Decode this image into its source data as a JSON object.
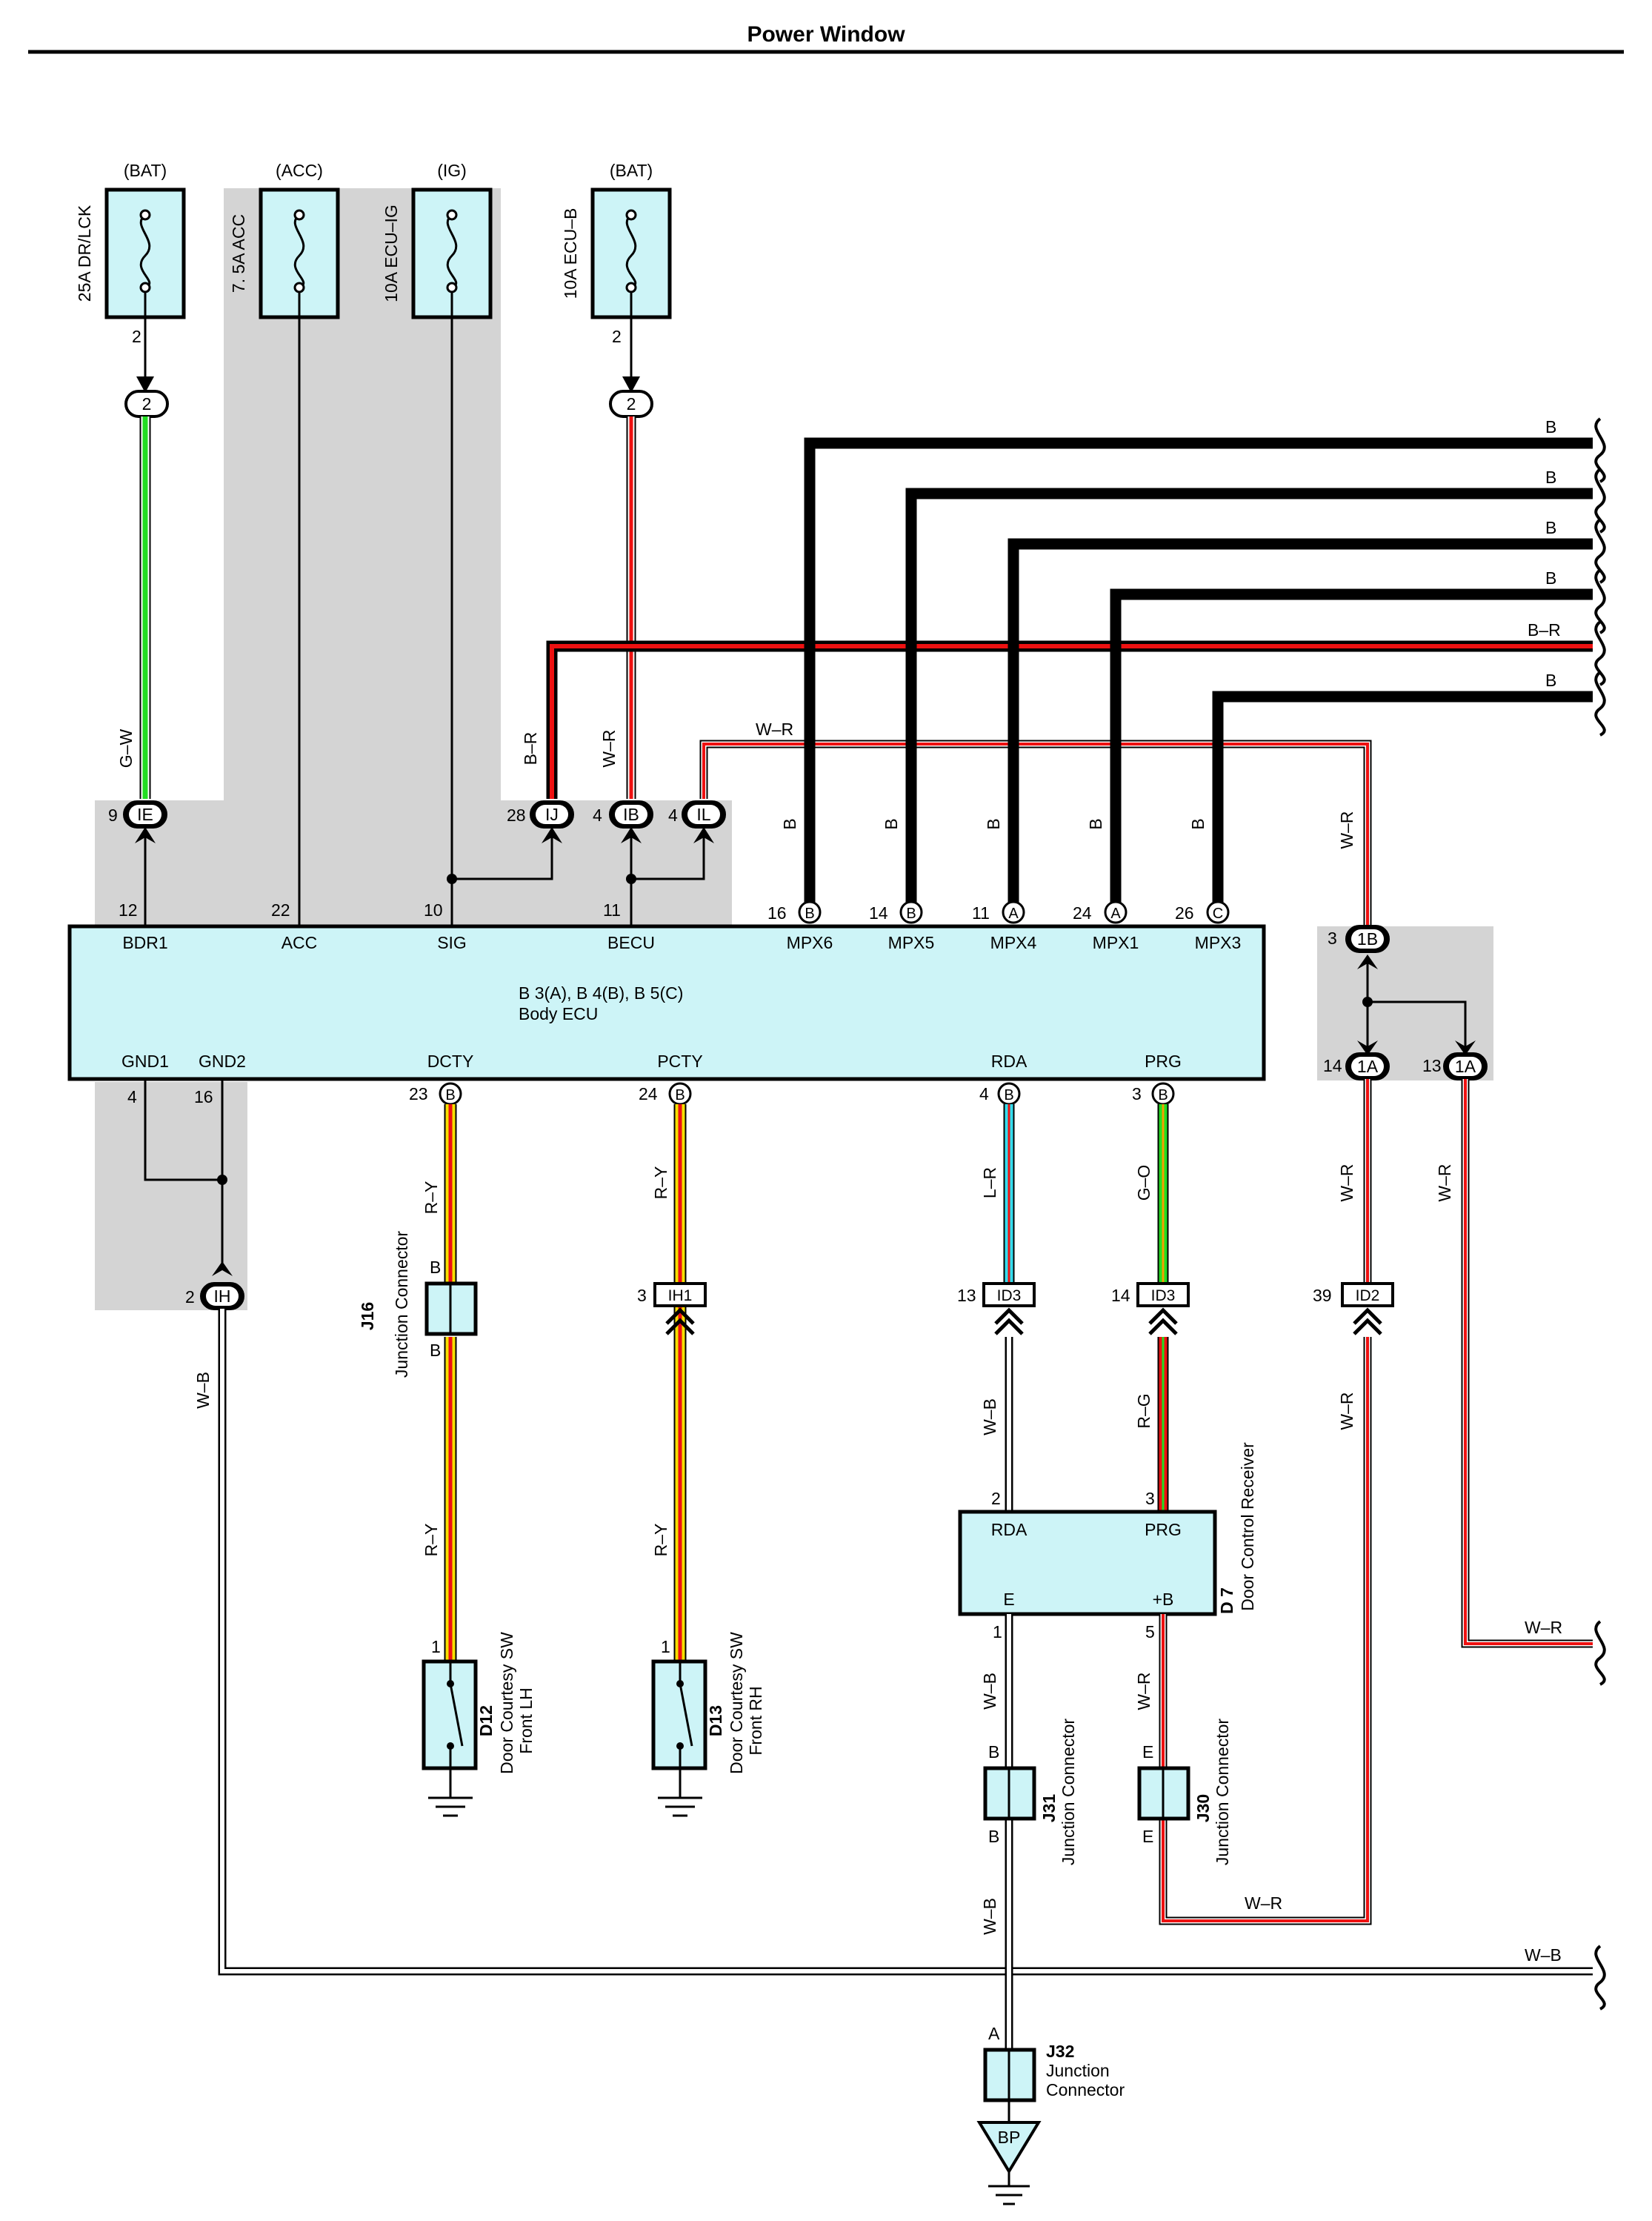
{
  "page": {
    "title": "Power Window"
  },
  "fuses": [
    {
      "source": "(BAT)",
      "name": "25A DR/LCK",
      "pin": "2"
    },
    {
      "source": "(ACC)",
      "name": "7. 5A ACC"
    },
    {
      "source": "(IG)",
      "name": "10A ECU–IG"
    },
    {
      "source": "(BAT)",
      "name": "10A ECU–B",
      "pin": "2"
    }
  ],
  "fuse_connector_labels": [
    "2",
    "2"
  ],
  "ecu": {
    "title": "B 3(A), B 4(B), B 5(C)",
    "subtitle": "Body ECU",
    "top_terminals": [
      {
        "name": "BDR1",
        "pin": "12"
      },
      {
        "name": "ACC",
        "pin": "22"
      },
      {
        "name": "SIG",
        "pin": "10"
      },
      {
        "name": "BECU",
        "pin": "11"
      },
      {
        "name": "MPX6",
        "pin": "16",
        "conn": "B"
      },
      {
        "name": "MPX5",
        "pin": "14",
        "conn": "B"
      },
      {
        "name": "MPX4",
        "pin": "11",
        "conn": "A"
      },
      {
        "name": "MPX1",
        "pin": "24",
        "conn": "A"
      },
      {
        "name": "MPX3",
        "pin": "26",
        "conn": "C"
      }
    ],
    "bottom_terminals": [
      {
        "name": "GND1",
        "pin": "4"
      },
      {
        "name": "GND2",
        "pin": "16"
      },
      {
        "name": "DCTY",
        "pin": "23",
        "conn": "B"
      },
      {
        "name": "PCTY",
        "pin": "24",
        "conn": "B"
      },
      {
        "name": "RDA",
        "pin": "4",
        "conn": "B"
      },
      {
        "name": "PRG",
        "pin": "3",
        "conn": "B"
      }
    ]
  },
  "junction_pins": [
    {
      "pin": "9",
      "code": "IE"
    },
    {
      "pin": "28",
      "code": "IJ"
    },
    {
      "pin": "4",
      "code": "IB"
    },
    {
      "pin": "4",
      "code": "IL"
    },
    {
      "pin": "3",
      "code": "1B"
    },
    {
      "pin": "14",
      "code": "1A"
    },
    {
      "pin": "13",
      "code": "1A"
    },
    {
      "pin": "2",
      "code": "IH"
    },
    {
      "pin": "3",
      "code": "IH1"
    },
    {
      "pin": "13",
      "code": "ID3"
    },
    {
      "pin": "14",
      "code": "ID3"
    },
    {
      "pin": "39",
      "code": "ID2"
    }
  ],
  "wires": {
    "gw": "G–W",
    "br": "B–R",
    "wr": "W–R",
    "b": "B",
    "ry": "R–Y",
    "lr": "L–R",
    "go": "G–O",
    "wb": "W–B",
    "rg": "R–G"
  },
  "bus_labels": [
    "B",
    "B",
    "B",
    "B",
    "B–R",
    "B"
  ],
  "components": {
    "j16": {
      "id": "J16",
      "name": "Junction Connector",
      "pin_top": "B",
      "pin_bottom": "B"
    },
    "d12": {
      "id": "D12",
      "name1": "Door Courtesy SW",
      "name2": "Front LH",
      "pin": "1"
    },
    "d13": {
      "id": "D13",
      "name1": "Door Courtesy SW",
      "name2": "Front RH",
      "pin": "1"
    },
    "d7": {
      "id": "D 7",
      "name": "Door Control Receiver",
      "t_rda": "RDA",
      "t_prg": "PRG",
      "t_e": "E",
      "t_b": "+B",
      "pin_rda": "2",
      "pin_prg": "3",
      "pin_e": "1",
      "pin_b": "5"
    },
    "j31": {
      "id": "J31",
      "name": "Junction Connector",
      "pin_top": "B",
      "pin_bottom": "B"
    },
    "j30": {
      "id": "J30",
      "name": "Junction Connector",
      "pin_top": "E",
      "pin_bottom": "E"
    },
    "j32": {
      "id": "J32",
      "name1": "Junction",
      "name2": "Connector",
      "pin": "A"
    },
    "ground": {
      "code": "BP"
    }
  },
  "colors": {
    "green": "#22dd22",
    "red": "#ee1111",
    "yellow": "#f5e000",
    "cyan": "#33ddee",
    "box_fill": "#cdf4f7",
    "shade": "#d4d4d4"
  }
}
